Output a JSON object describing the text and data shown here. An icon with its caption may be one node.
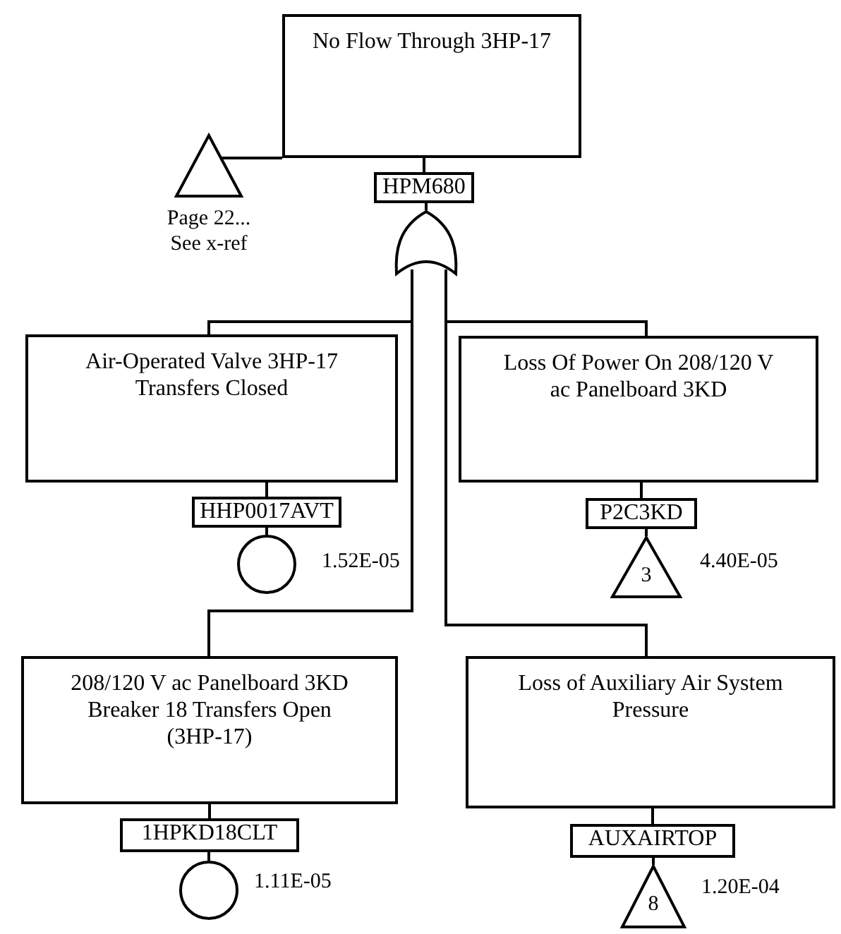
{
  "diagram": {
    "nodes": [
      {
        "text": [
          "No Flow Through 3HP-17"
        ]
      },
      {
        "text": [
          "HPM680"
        ]
      },
      {
        "text": [],
        "shape": "gate"
      },
      {
        "text": [],
        "shape": "triangle",
        "beside": [
          "Page 22... See x-ref"
        ]
      },
      {
        "text": [
          "Air-Operated Valve 3HP-17 Transfers Closed"
        ]
      },
      {
        "text": [
          "HHP0017AVT"
        ]
      },
      {
        "text": [],
        "shape": "circle",
        "beside": [
          "1.52E-05"
        ]
      },
      {
        "text": [
          "Loss Of Power On 208/120 V ac Panelboard 3KD"
        ]
      },
      {
        "text": [
          "P2C3KD"
        ]
      },
      {
        "text": [
          "3"
        ],
        "beside": [
          "4.40E-05"
        ]
      },
      {
        "text": [
          "208/120 V ac Panelboard 3KD Breaker 18 Transfers Open (3HP-17)"
        ]
      },
      {
        "text": [
          "1HPKD18CLT"
        ]
      },
      {
        "text": [],
        "shape": "circle",
        "beside": [
          "1.11E-05"
        ]
      },
      {
        "text": [
          "Loss of Auxiliary Air System Pressure"
        ]
      },
      {
        "text": [
          "AUXAIRTOP"
        ]
      },
      {
        "text": [
          "8"
        ],
        "beside": [
          "1.20E-04"
        ]
      }
    ],
    "edges": [
      {
        "from": 0,
        "to": 1,
        "arrow": "none"
      },
      {
        "from": 1,
        "to": 2,
        "arrow": "none"
      },
      {
        "from": 3,
        "to": 0,
        "arrow": "none"
      },
      {
        "from": 2,
        "to": 4,
        "arrow": "none"
      },
      {
        "from": 2,
        "to": 7,
        "arrow": "none"
      },
      {
        "from": 2,
        "to": 10,
        "arrow": "none"
      },
      {
        "from": 2,
        "to": 13,
        "arrow": "none"
      },
      {
        "from": 4,
        "to": 5,
        "arrow": "none"
      },
      {
        "from": 5,
        "to": 6,
        "arrow": "none"
      },
      {
        "from": 7,
        "to": 8,
        "arrow": "none"
      },
      {
        "from": 8,
        "to": 9,
        "arrow": "none"
      },
      {
        "from": 10,
        "to": 11,
        "arrow": "none"
      },
      {
        "from": 11,
        "to": 12,
        "arrow": "none"
      },
      {
        "from": 13,
        "to": 14,
        "arrow": "none"
      },
      {
        "from": 14,
        "to": 15,
        "arrow": "none"
      }
    ]
  }
}
